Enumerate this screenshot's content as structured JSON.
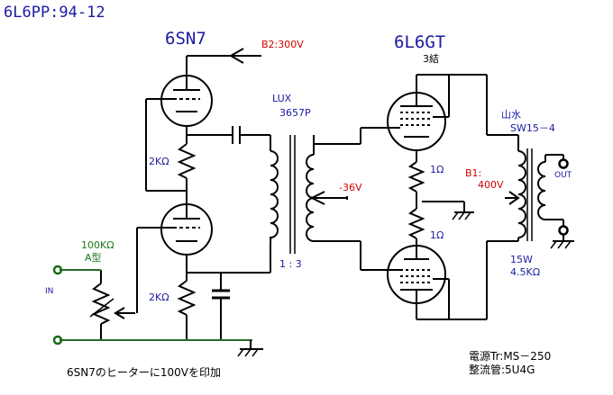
{
  "title": "6L6PP:94-12",
  "driver_tube": "6SN7",
  "b2_label": "B2:300V",
  "output_tube": "6L6GT",
  "output_tube_note": "3結",
  "interstage_maker": "LUX",
  "interstage_model": "3657P",
  "interstage_ratio": "1 : 3",
  "bias_voltage": "-36V",
  "b1_label": "B1:",
  "b1_voltage": "400V",
  "output_trans_maker": "山水",
  "output_trans_model": "SW15－4",
  "output_label": "OUT",
  "output_trans_power": "15W",
  "output_trans_imp": "4.5KΩ",
  "resistor_top": "2KΩ",
  "resistor_bottom": "2KΩ",
  "grid_r_top": "1Ω",
  "grid_r_bottom": "1Ω",
  "volume_value": "100KΩ",
  "volume_type": "A型",
  "input_label": "IN",
  "heater_note": "6SN7のヒーターに100Vを印加",
  "power_trans": "電源Tr:MS－250",
  "rectifier": "整流管:5U4G",
  "colors": {
    "wire": "#000000",
    "ground_rail": "#2a6a2a",
    "input_terminal": "#1a6a1a"
  }
}
